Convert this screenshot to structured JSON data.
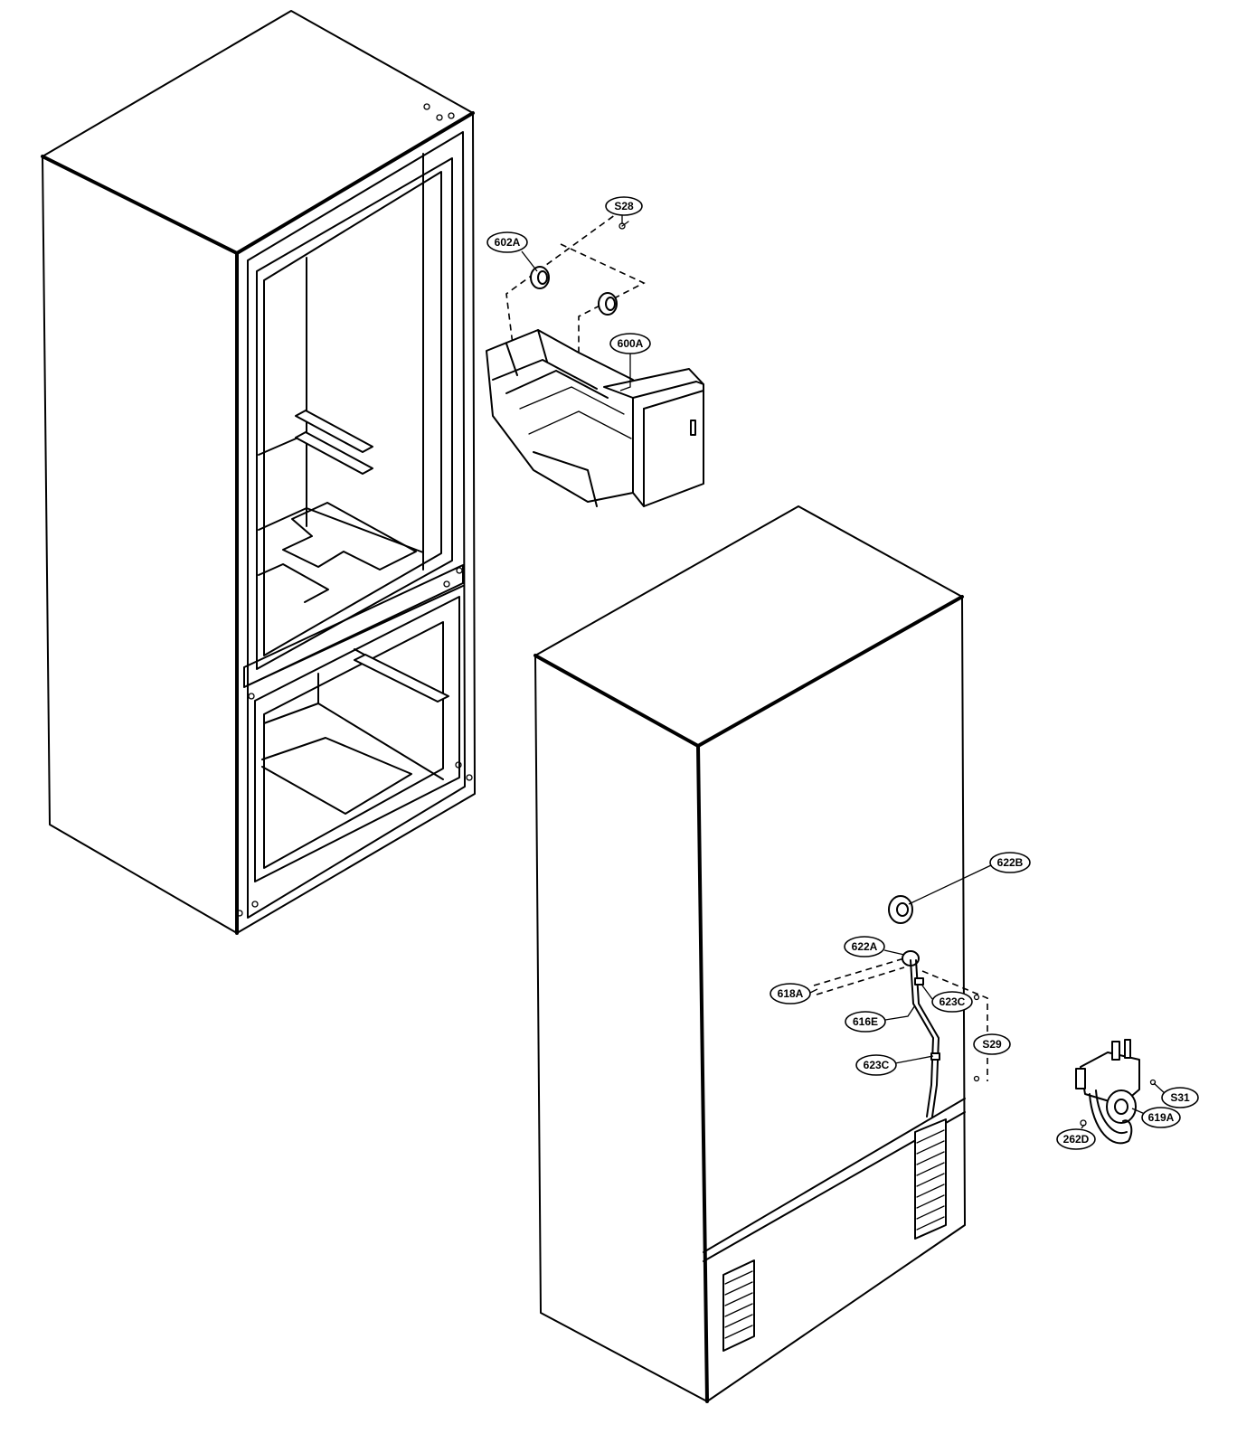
{
  "callouts": {
    "s28": "S28",
    "p602a": "602A",
    "p600a": "600A",
    "p622b": "622B",
    "p622a": "622A",
    "p618a": "618A",
    "p623c_top": "623C",
    "p616e": "616E",
    "p623c_bottom": "623C",
    "s29": "S29",
    "s31": "S31",
    "p619a": "619A",
    "p262d": "262D"
  }
}
